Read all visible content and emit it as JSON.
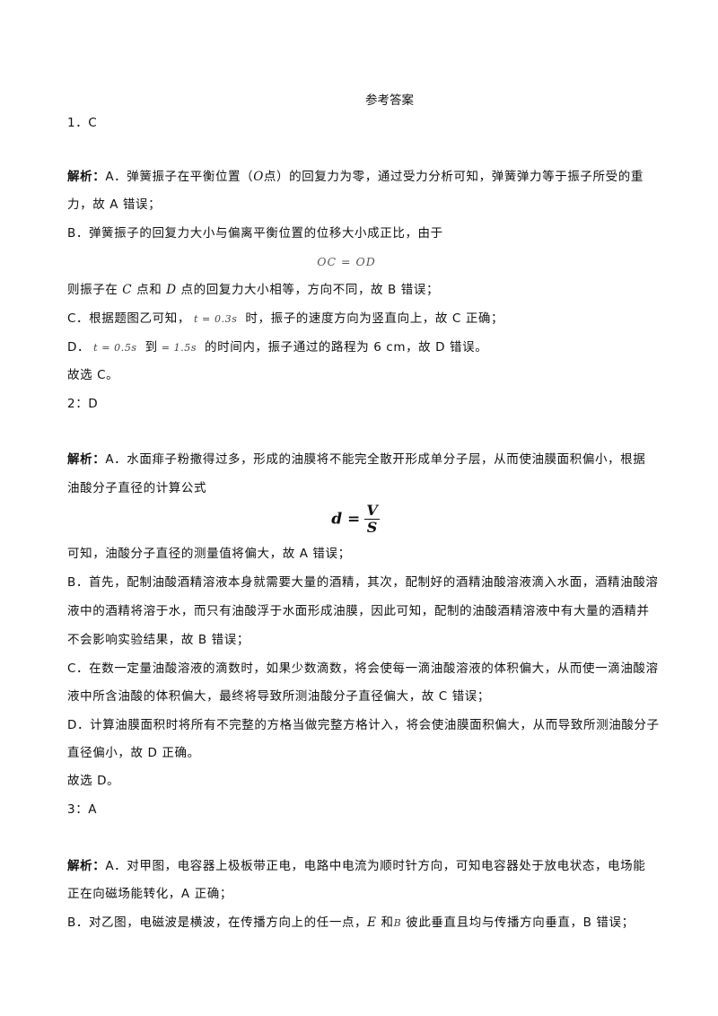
{
  "title": "参考答案",
  "q1": {
    "answer": "1．C",
    "label": "解析：",
    "a_pre": "A．弹簧振子在平衡位置（",
    "a_var": "O",
    "a_post": "点）的回复力为零，通过受力分析可知，弹簧弹力等于振子所受的重",
    "a_line2": "力，故 A 错误；",
    "b_line1": "B．弹簧振子的回复力大小与偏离平衡位置的位移大小成正比，由于",
    "b_formula": "OC = OD",
    "b_pre": "则振子在 ",
    "b_var1": "C",
    "b_mid": " 点和 ",
    "b_var2": "D",
    "b_post": " 点的回复力大小相等，方向不同，故 B 错误；",
    "c_pre": "C．根据题图乙可知，",
    "c_math": "t = 0.3s",
    "c_post": " 时，振子的速度方向为竖直向上，故 C 正确；",
    "d_pre": "D．",
    "d_math1": "t = 0.5s",
    "d_mid": " 到",
    "d_math2": "= 1.5s",
    "d_post": " 的时间内，振子通过的路程为 6 cm，故 D 错误。",
    "conclusion": "故选 C。"
  },
  "q2": {
    "answer": "2：D",
    "label": "解析：",
    "a_line1": "A．水面痱子粉撒得过多，形成的油膜将不能完全散开形成单分子层，从而使油膜面积偏小，根据",
    "a_line2": "油酸分子直径的计算公式",
    "formula_lhs": "d =",
    "formula_num": "V",
    "formula_den": "S",
    "a_line3": "可知，油酸分子直径的测量值将偏大，故 A 错误；",
    "b_line1": "B．首先，配制油酸酒精溶液本身就需要大量的酒精，其次，配制好的酒精油酸溶液滴入水面，酒精油酸溶",
    "b_line2": "液中的酒精将溶于水，而只有油酸浮于水面形成油膜，因此可知，配制的油酸酒精溶液中有大量的酒精并",
    "b_line3": "不会影响实验结果，故 B 错误；",
    "c_line1": "C．在数一定量油酸溶液的滴数时，如果少数滴数，将会使每一滴油酸溶液的体积偏大，从而使一滴油酸溶",
    "c_line2": "液中所含油酸的体积偏大，最终将导致所测油酸分子直径偏大，故 C 错误；",
    "d_line1": "D．计算油膜面积时将所有不完整的方格当做完整方格计入，将会使油膜面积偏大，从而导致所测油酸分子",
    "d_line2": "直径偏小，故 D 正确。",
    "conclusion": "故选 D。"
  },
  "q3": {
    "answer": "3：A",
    "label": "解析：",
    "a_line1": "A．对甲图，电容器上极板带正电，电路中电流为顺时针方向，可知电容器处于放电状态，电场能",
    "a_line2": "正在向磁场能转化，A 正确；",
    "b_pre": "B．对乙图，电磁波是横波，在传播方向上的任一点，",
    "b_var1": "E",
    "b_mid": " 和",
    "b_var2": "B",
    "b_post": " 彼此垂直且均与传播方向垂直，B 错误；"
  }
}
